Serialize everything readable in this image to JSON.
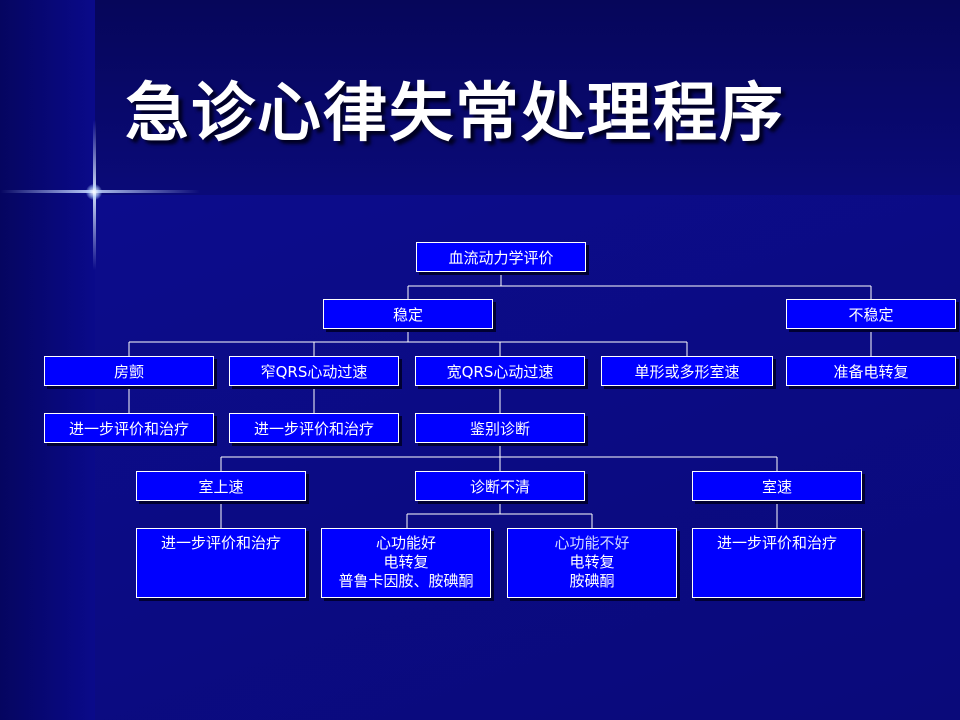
{
  "title": "急诊心律失常处理程序",
  "colors": {
    "background": "#0a0a78",
    "box_fill": "#0000ff",
    "box_border": "#ffffff",
    "text": "#ffffff"
  },
  "nodes": {
    "root": "血流动力学评价",
    "stable": "稳定",
    "unstable": "不稳定",
    "afib": "房颤",
    "narrow_qrs": "窄QRS心动过速",
    "wide_qrs": "宽QRS心动过速",
    "vt_types": "单形或多形室速",
    "prepare_cardioversion": "准备电转复",
    "afib_next": "进一步评价和治疗",
    "narrow_next": "进一步评价和治疗",
    "differential": "鉴别诊断",
    "svt": "室上速",
    "unclear": "诊断不清",
    "vt": "室速",
    "svt_next": "进一步评价和治疗",
    "good_function": {
      "line1": "心功能好",
      "line2": "电转复",
      "line3": "普鲁卡因胺、胺碘酮"
    },
    "poor_function": {
      "line1": "心功能不好",
      "line2": "电转复",
      "line3": "胺碘酮"
    },
    "vt_next": "进一步评价和治疗"
  }
}
